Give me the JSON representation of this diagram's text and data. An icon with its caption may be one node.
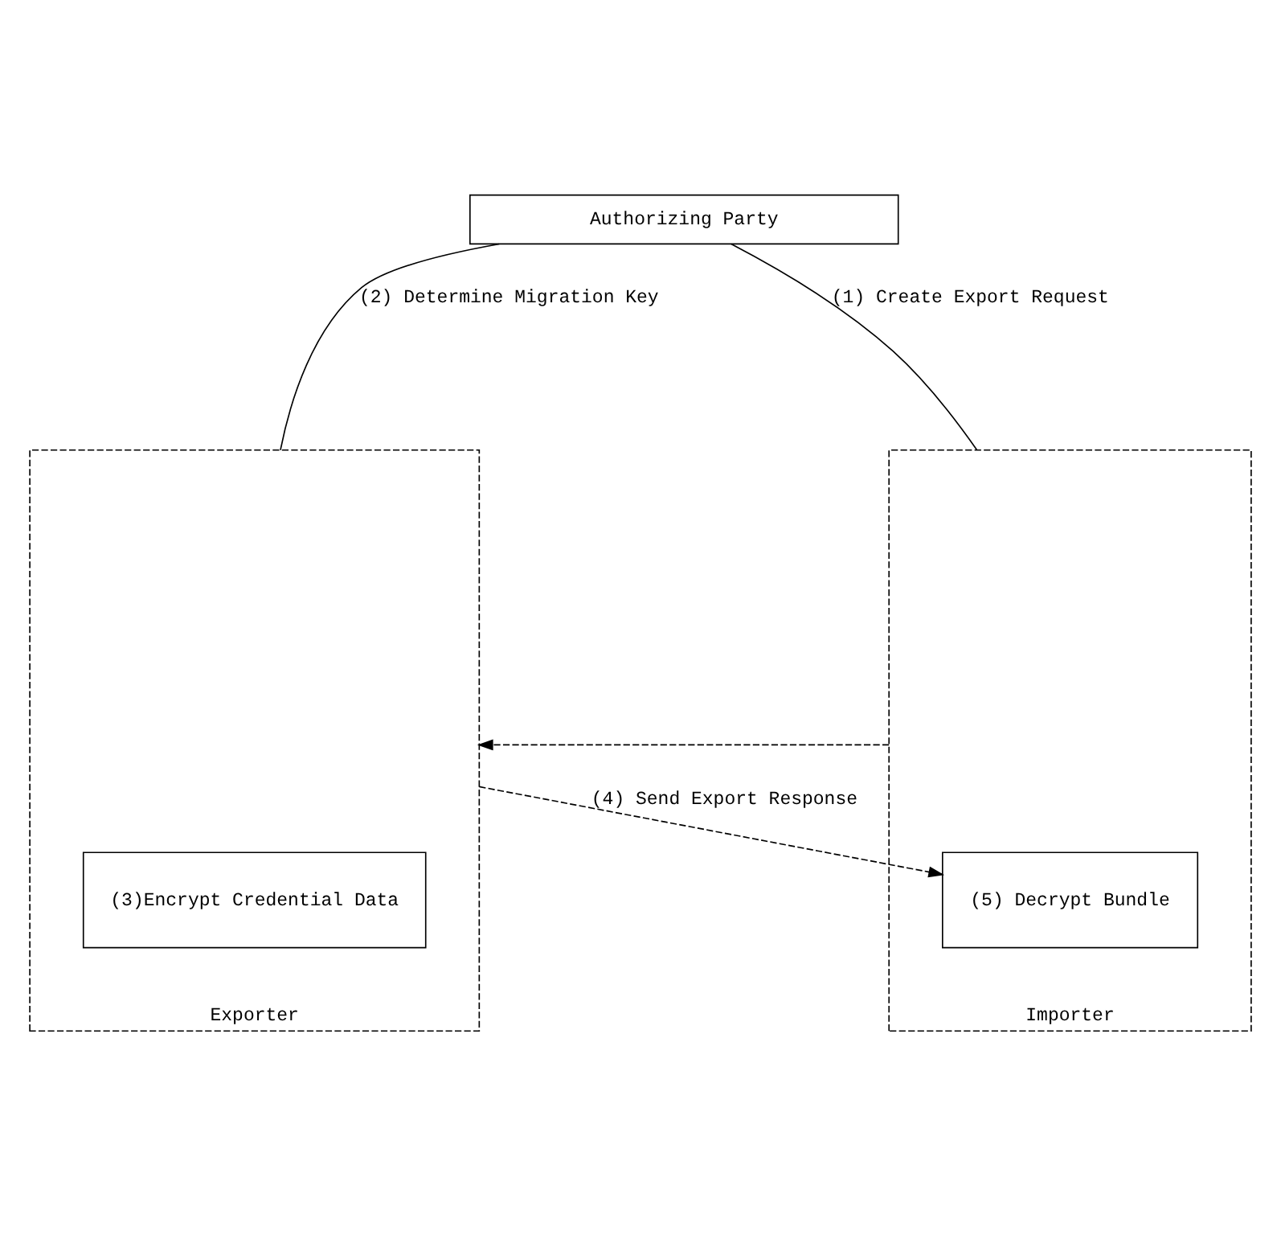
{
  "diagram": {
    "nodes": [
      {
        "text": [
          "Authorizing Party"
        ]
      },
      {
        "text": [
          "Exporter"
        ]
      },
      {
        "text": [
          "(3)Encrypt Credential Data"
        ],
        "in": 1
      },
      {
        "text": [
          "Importer"
        ]
      },
      {
        "text": [
          "(5) Decrypt Bundle"
        ],
        "in": 3
      }
    ],
    "edges": [
      {
        "from": 0,
        "to": 1,
        "arrow": "none",
        "label": "(2) Determine Migration Key"
      },
      {
        "from": 0,
        "to": 3,
        "arrow": "none",
        "label": "(1) Create Export Request"
      },
      {
        "from": 3,
        "to": 1,
        "arrow": "to",
        "style": "dashed"
      },
      {
        "from": 1,
        "to": 4,
        "arrow": "to",
        "style": "dashed",
        "label": "(4) Send Export Response"
      }
    ]
  }
}
